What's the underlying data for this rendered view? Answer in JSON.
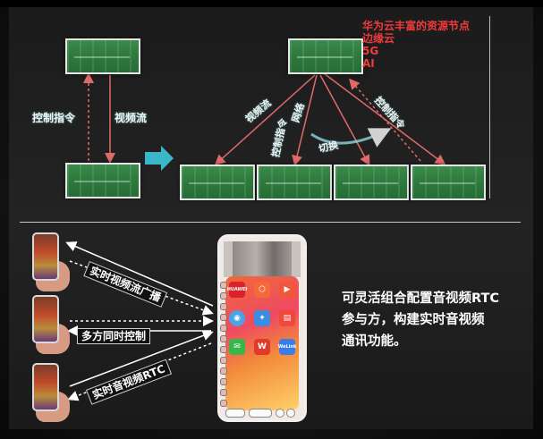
{
  "top_diagram": {
    "left_labels": {
      "control": "控制指令",
      "video": "视频流"
    },
    "center_labels": {
      "video_flow": "视频流",
      "network": "网络",
      "control_cmd": "控制指令",
      "control": "控制指令",
      "switch": "切换"
    },
    "annotation_lines": [
      "华为云丰富的资源节点",
      "边缘云",
      "5G",
      "AI"
    ]
  },
  "bottom_diagram": {
    "labels": {
      "broadcast": "实时视频流广播",
      "multi_control": "多方同时控制",
      "rtc": "实时音视频RTC"
    },
    "app_icons": [
      {
        "name": "huawei-app",
        "label": "HUAWEI",
        "color": "#d8232a"
      },
      {
        "name": "game-app",
        "label": "",
        "color": "#f46a3a"
      },
      {
        "name": "video-app",
        "label": "▶",
        "color": "#f2553a"
      },
      {
        "name": "browser-app",
        "label": "",
        "color": "#4aa3e8"
      },
      {
        "name": "tips-app",
        "label": "",
        "color": "#3a8de0"
      },
      {
        "name": "reader-app",
        "label": "",
        "color": "#f0493a"
      },
      {
        "name": "wechat-app",
        "label": "",
        "color": "#39b54a"
      },
      {
        "name": "office-app",
        "label": "W",
        "color": "#e03a2a"
      },
      {
        "name": "welink-app",
        "label": "WeLink",
        "color": "#3a7de8"
      }
    ]
  },
  "description": {
    "lines": [
      "可灵活组合配置音视频RTC",
      "参与方，构建实时音视频",
      "通讯功能。"
    ]
  },
  "colors": {
    "arrow": "#e06a6a",
    "accent_cyan": "#3ab7c9",
    "annotation_red": "#ef3b3b"
  }
}
